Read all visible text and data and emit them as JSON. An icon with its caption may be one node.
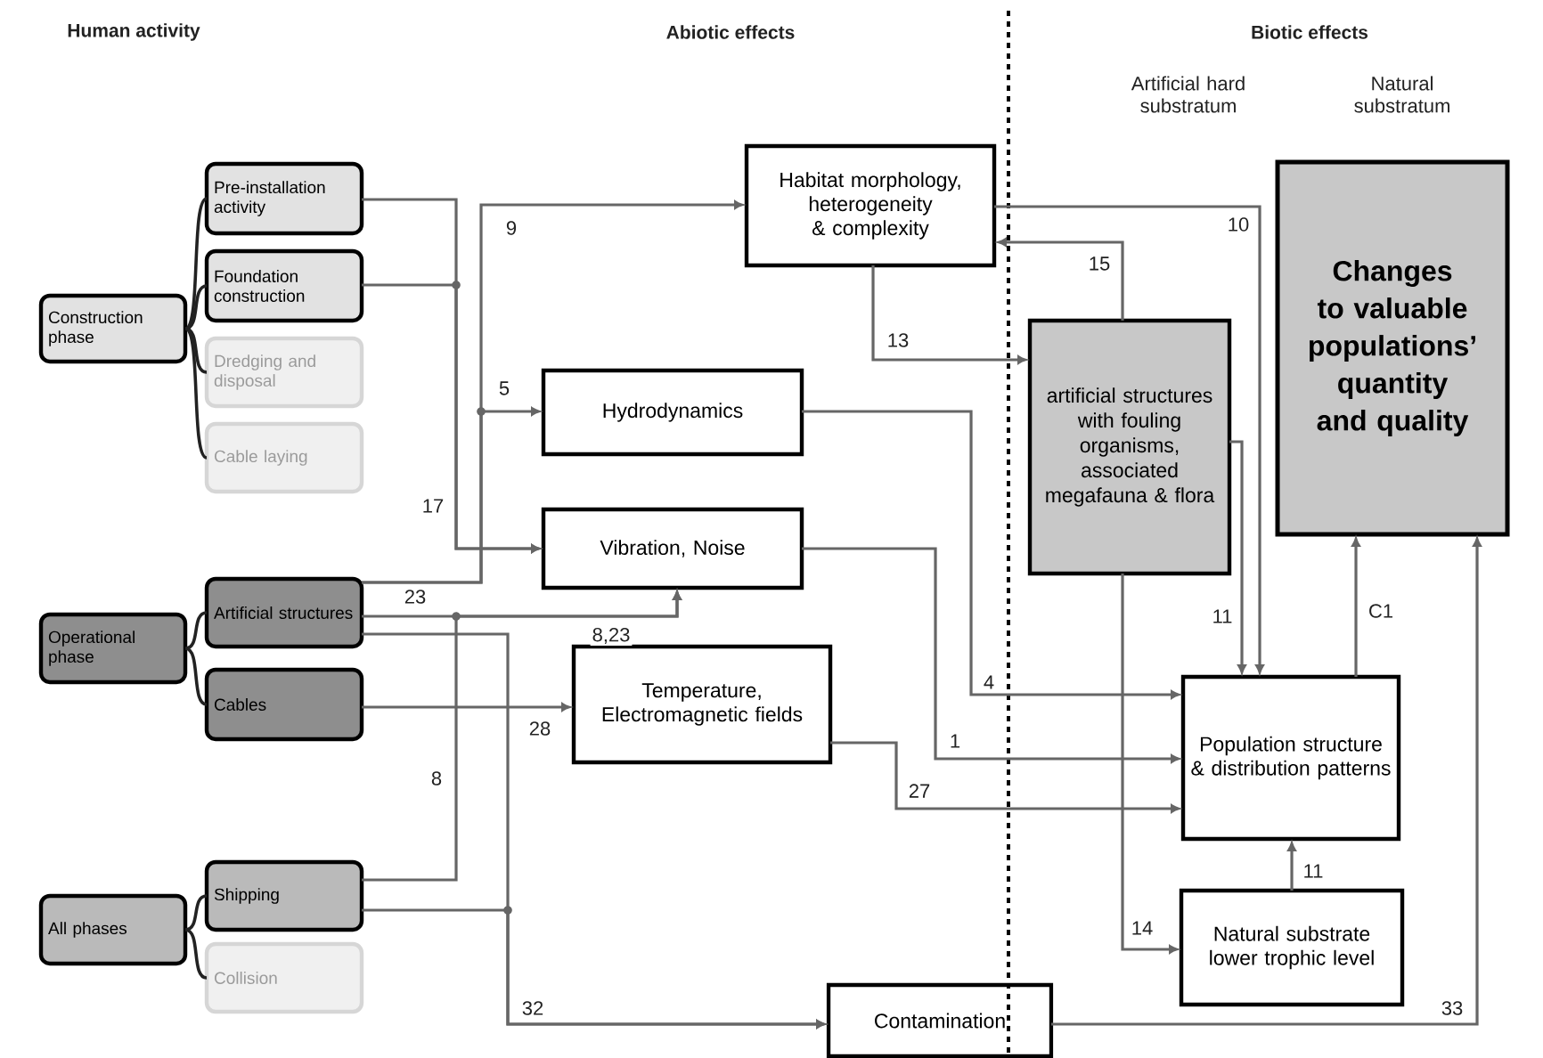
{
  "diagram": {
    "nodes": [
      {
        "text": [
          "Construction phase"
        ]
      },
      {
        "text": [
          "Pre-installation activity"
        ]
      },
      {
        "text": [
          "Foundation construction"
        ]
      },
      {
        "text": [
          "Dredging and disposal"
        ]
      },
      {
        "text": [
          "Cable laying"
        ]
      },
      {
        "text": [
          "Operational phase"
        ]
      },
      {
        "text": [
          "Artificial structures"
        ]
      },
      {
        "text": [
          "Cables"
        ]
      },
      {
        "text": [
          "All phases"
        ]
      },
      {
        "text": [
          "Shipping"
        ]
      },
      {
        "text": [
          "Collision"
        ]
      },
      {
        "text": [
          "Habitat morphology, heterogeneity & complexity"
        ]
      },
      {
        "text": [
          "Hydrodynamics"
        ]
      },
      {
        "text": [
          "Vibration, Noise"
        ]
      },
      {
        "text": [
          "Temperature, Electromagnetic fields"
        ]
      },
      {
        "text": [
          "Contamination"
        ]
      },
      {
        "text": [
          "artificial structures with fouling organisms, associated megafauna & flora"
        ]
      },
      {
        "text": [
          "Changes to valuable populations’ quantity and quality"
        ]
      },
      {
        "text": [
          "Population structure & distribution patterns"
        ]
      },
      {
        "text": [
          "Natural substrate lower trophic level"
        ]
      }
    ],
    "edges": [
      {
        "from": 0,
        "to": 1,
        "arrow": "none",
        "color": "#222222"
      },
      {
        "from": 0,
        "to": 2,
        "arrow": "none",
        "color": "#222222"
      },
      {
        "from": 0,
        "to": 3,
        "arrow": "none",
        "color": "#222222"
      },
      {
        "from": 0,
        "to": 4,
        "arrow": "none",
        "color": "#222222"
      },
      {
        "from": 5,
        "to": 6,
        "arrow": "none",
        "color": "#222222"
      },
      {
        "from": 5,
        "to": 7,
        "arrow": "none",
        "color": "#222222"
      },
      {
        "from": 8,
        "to": 9,
        "arrow": "none",
        "color": "#222222"
      },
      {
        "from": 8,
        "to": 10,
        "arrow": "none",
        "color": "#222222"
      },
      {
        "from": 1,
        "to": 13,
        "arrow": "to",
        "label": "17"
      },
      {
        "from": 2,
        "to": 13,
        "arrow": "to"
      },
      {
        "from": 6,
        "to": 11,
        "arrow": "to",
        "label": "9"
      },
      {
        "from": 6,
        "to": 12,
        "arrow": "to",
        "label": "5"
      },
      {
        "from": 6,
        "to": 13,
        "arrow": "to",
        "label": "23"
      },
      {
        "from": 9,
        "to": 13,
        "arrow": "to",
        "label": "8"
      },
      {
        "from": 6,
        "to": 15,
        "arrow": "to",
        "label": "32"
      },
      {
        "from": 9,
        "to": 15,
        "arrow": "to"
      },
      {
        "from": 7,
        "to": 14,
        "arrow": "to",
        "label": "28"
      },
      {
        "from": 11,
        "to": 16,
        "arrow": "to",
        "label": "13"
      },
      {
        "from": 16,
        "to": 11,
        "arrow": "to",
        "label": "15"
      },
      {
        "from": 11,
        "to": 18,
        "arrow": "to",
        "label": "10"
      },
      {
        "from": 16,
        "to": 18,
        "arrow": "to",
        "label": "11"
      },
      {
        "from": 12,
        "to": 18,
        "arrow": "to",
        "label": "4"
      },
      {
        "from": 13,
        "to": 18,
        "arrow": "to",
        "label": "1"
      },
      {
        "from": 14,
        "to": 18,
        "arrow": "to",
        "label": "27"
      },
      {
        "from": 16,
        "to": 19,
        "arrow": "to",
        "label": "14"
      },
      {
        "from": 19,
        "to": 18,
        "arrow": "to",
        "label": "11"
      },
      {
        "from": 18,
        "to": 17,
        "arrow": "to",
        "label": "C1"
      },
      {
        "from": 15,
        "to": 17,
        "arrow": "to",
        "label": "33"
      }
    ],
    "labels": [
      "Human activity",
      "Abiotic effects",
      "Biotic effects",
      "Artificial hard substratum",
      "Natural substratum",
      "8,23"
    ]
  }
}
